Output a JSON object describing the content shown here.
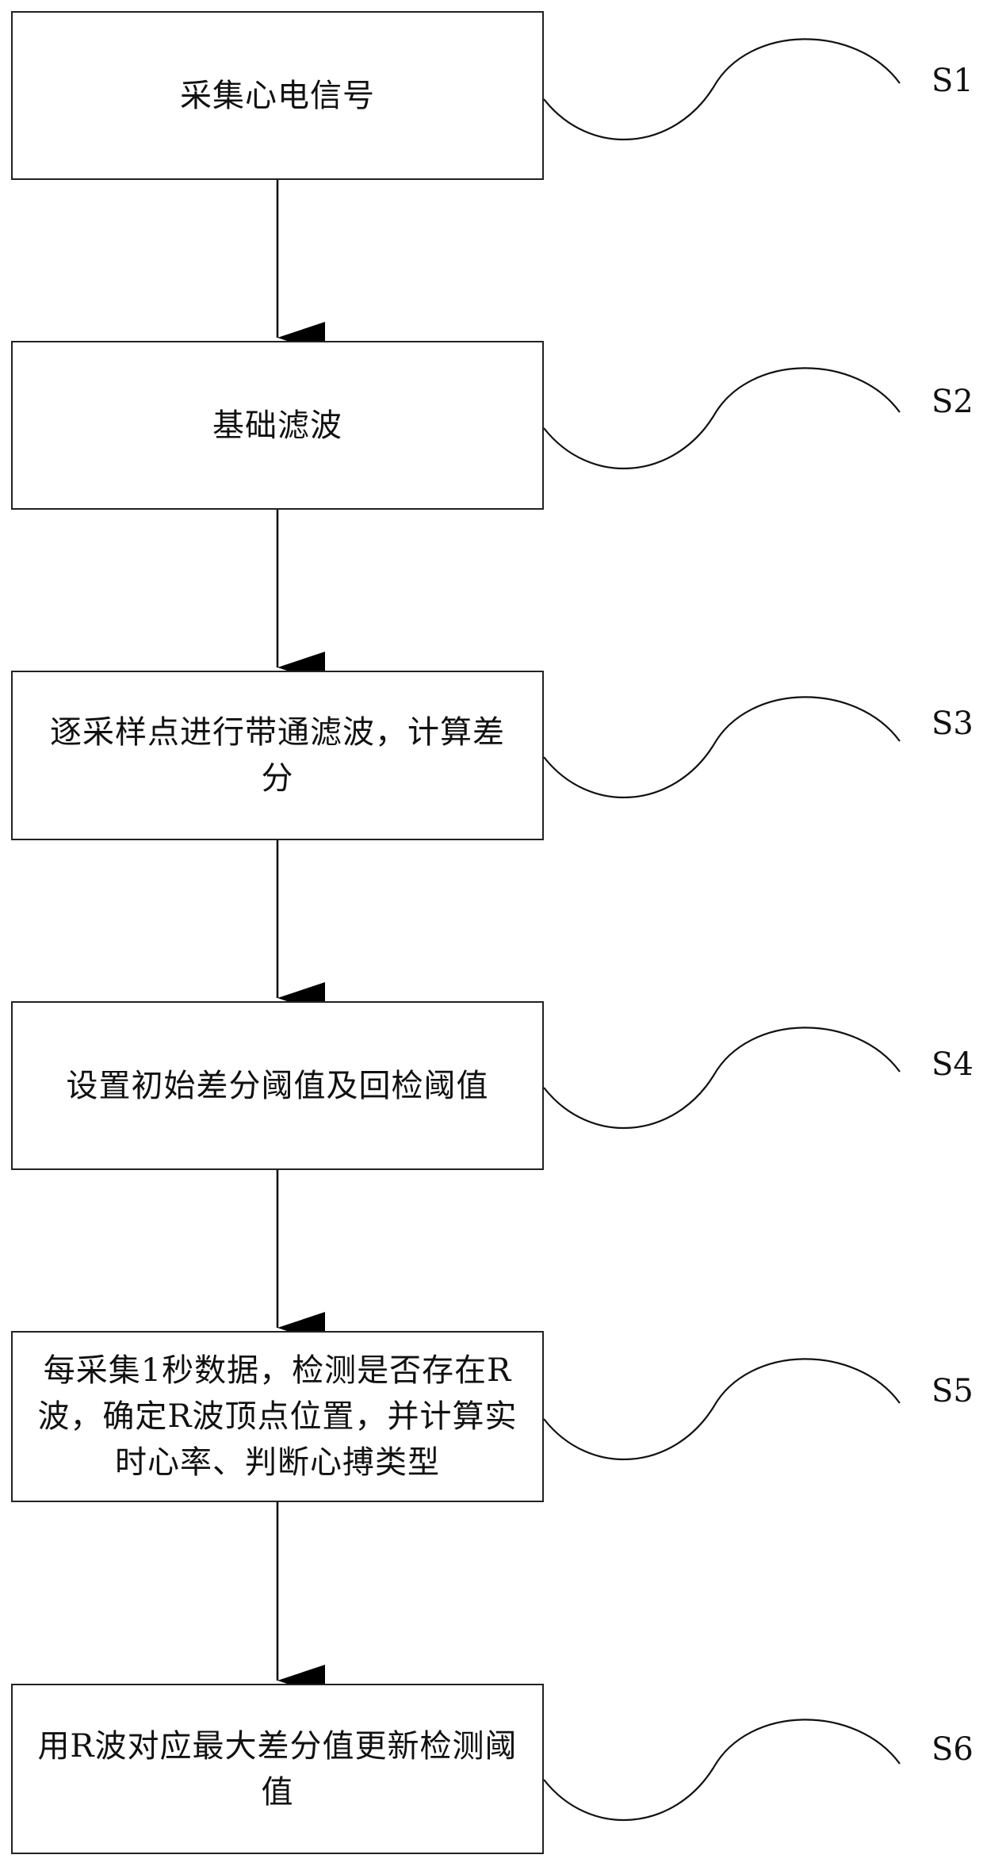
{
  "flowchart": {
    "steps": [
      {
        "id": "S1",
        "text": "采集心电信号"
      },
      {
        "id": "S2",
        "text": "基础滤波"
      },
      {
        "id": "S3",
        "text": "逐采样点进行带通滤波，计算差分"
      },
      {
        "id": "S4",
        "text": "设置初始差分阈值及回检阈值"
      },
      {
        "id": "S5",
        "text": "每采集1秒数据，检测是否存在R波，确定R波顶点位置，并计算实时心率、判断心搏类型"
      },
      {
        "id": "S6",
        "text": "用R波对应最大差分值更新检测阈值"
      }
    ]
  }
}
